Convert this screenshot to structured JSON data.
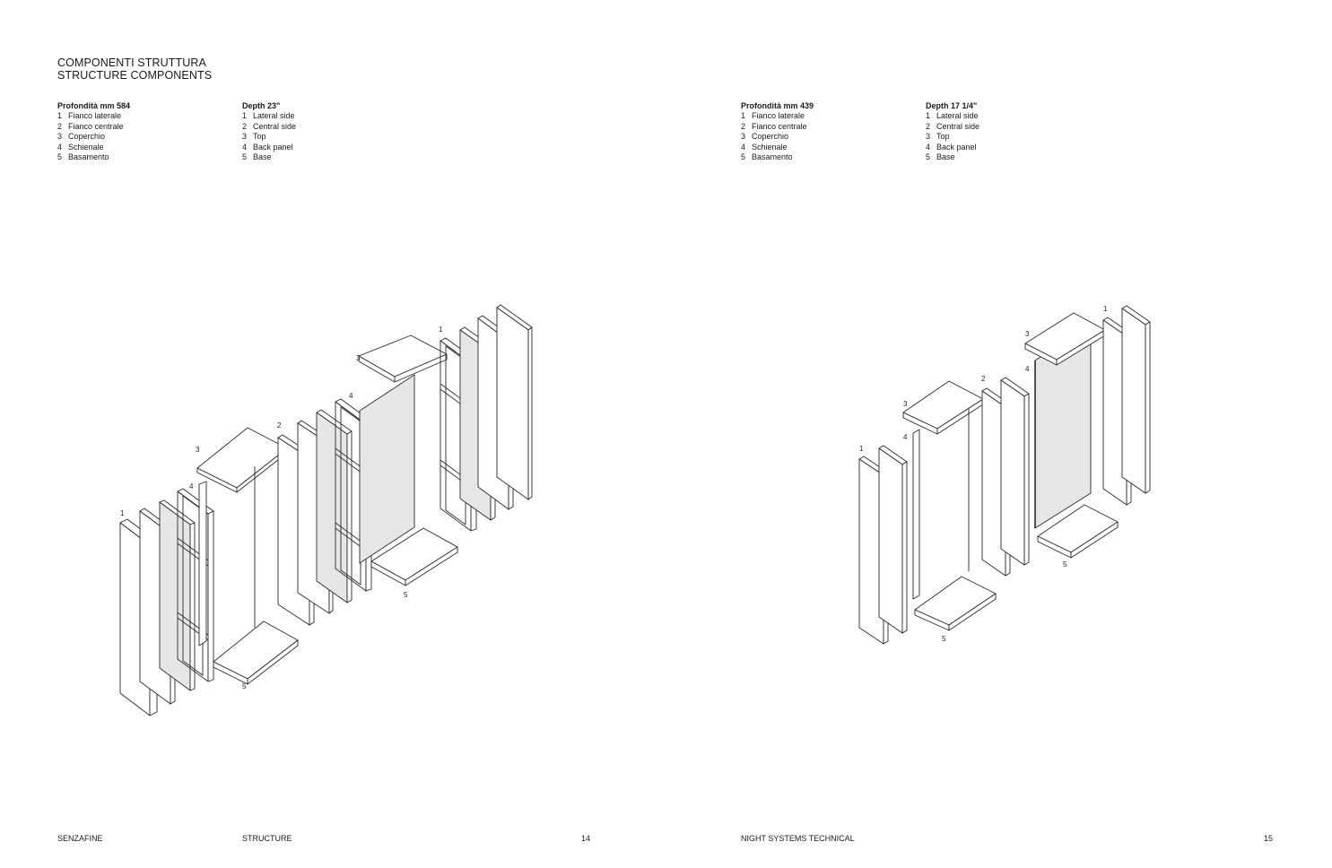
{
  "header": {
    "title_it": "COMPONENTI STRUTTURA",
    "title_en": "STRUCTURE COMPONENTS"
  },
  "legends": [
    {
      "heading": "Profondità mm 584",
      "items": [
        {
          "num": "1",
          "label": "Fianco laterale"
        },
        {
          "num": "2",
          "label": "Fianco centrale"
        },
        {
          "num": "3",
          "label": "Coperchio"
        },
        {
          "num": "4",
          "label": "Schienale"
        },
        {
          "num": "5",
          "label": "Basamento"
        }
      ]
    },
    {
      "heading": "Depth 23\"",
      "items": [
        {
          "num": "1",
          "label": "Lateral side"
        },
        {
          "num": "2",
          "label": "Central side"
        },
        {
          "num": "3",
          "label": "Top"
        },
        {
          "num": "4",
          "label": "Back panel"
        },
        {
          "num": "5",
          "label": "Base"
        }
      ]
    },
    {
      "heading": "Profondità mm 439",
      "items": [
        {
          "num": "1",
          "label": "Fianco laterale"
        },
        {
          "num": "2",
          "label": "Fianco centrale"
        },
        {
          "num": "3",
          "label": "Coperchio"
        },
        {
          "num": "4",
          "label": "Schienale"
        },
        {
          "num": "5",
          "label": "Basamento"
        }
      ]
    },
    {
      "heading": "Depth 17 1/4\"",
      "items": [
        {
          "num": "1",
          "label": "Lateral side"
        },
        {
          "num": "2",
          "label": "Central side"
        },
        {
          "num": "3",
          "label": "Top"
        },
        {
          "num": "4",
          "label": "Back panel"
        },
        {
          "num": "5",
          "label": "Base"
        }
      ]
    }
  ],
  "callouts": {
    "one": "1",
    "two": "2",
    "three": "3",
    "four": "4",
    "five": "5"
  },
  "footer": {
    "brand": "SENZAFINE",
    "section": "STRUCTURE",
    "page_left": "14",
    "catalog": "NIGHT SYSTEMS TECHNICAL",
    "page_right": "15"
  },
  "colors": {
    "line": "#2a2a2a",
    "panel_fill": "#ffffff",
    "back_fill": "#e6e6e6"
  }
}
